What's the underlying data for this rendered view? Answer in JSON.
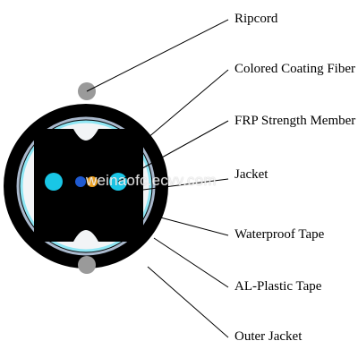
{
  "callouts": [
    {
      "label": "Ripcord"
    },
    {
      "label": "Colored Coating Fiber"
    },
    {
      "label": "FRP Strength Member"
    },
    {
      "label": "Jacket"
    },
    {
      "label": "Waterproof Tape"
    },
    {
      "label": "AL-Plastic Tape"
    },
    {
      "label": "Outer Jacket"
    }
  ],
  "watermark": "weinaofc.ecvv.com",
  "colors": {
    "outer_jacket": "#000000",
    "aluminum_tape": "#a9b8cc",
    "waterproof_tape": "#8fe6f4",
    "inner_fill": "#f2f4f6",
    "ripcord": "#9a9a9a",
    "strength_member": "#19c6e6",
    "fiber_blue": "#1f5ad1",
    "fiber_orange": "#f0a21e"
  }
}
